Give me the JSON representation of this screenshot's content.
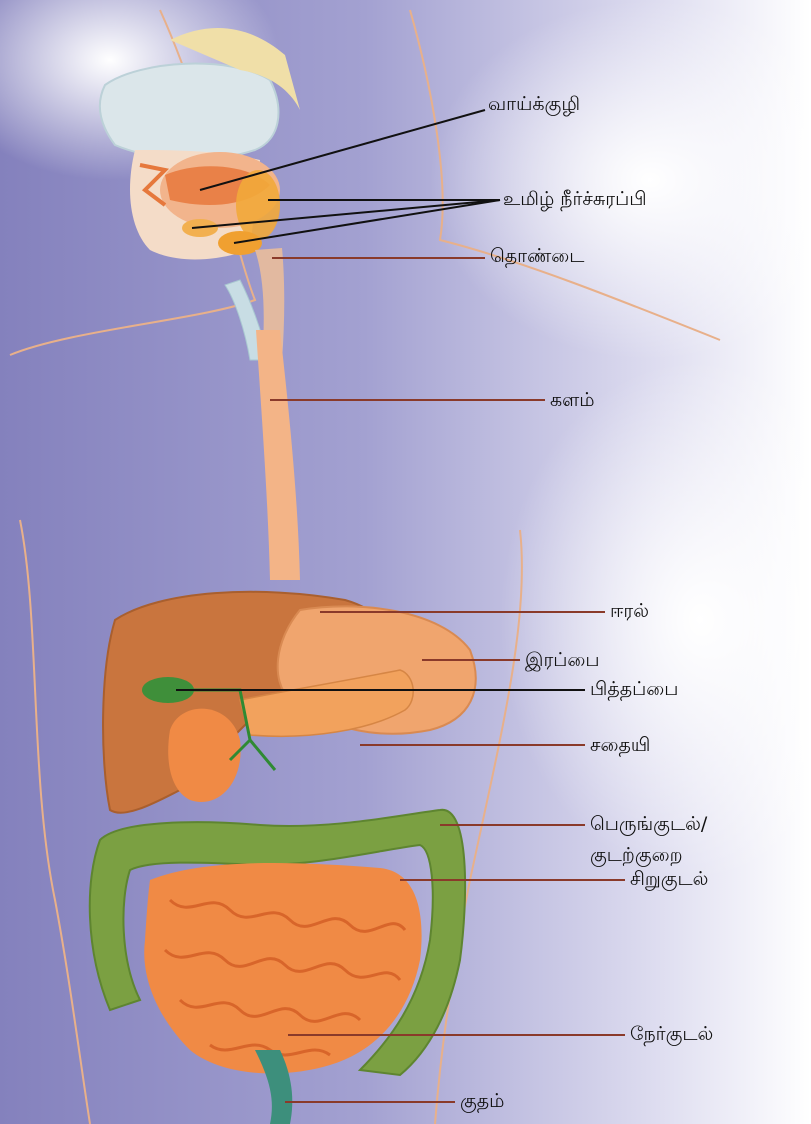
{
  "labels": {
    "mouth": "வாய்க்குழி",
    "salivary": "உமிழ் நீர்ச்சுரப்பி",
    "pharynx": "தொண்டை",
    "esophagus": "களம்",
    "liver": "ஈரல்",
    "stomach": "இரப்பை",
    "gallbladder": "பித்தப்பை",
    "pancreas": "சதையி",
    "large_intestine_1": "பெருங்குடல்/",
    "large_intestine_2": "குடற்குறை",
    "small_intestine": "சிறுகுடல்",
    "rectum": "நேர்குடல்",
    "anus": "குதம்"
  },
  "colors": {
    "background_start": "#ffffff",
    "background_end": "#8d8bc2",
    "body_outline": "#e8b08a",
    "esophagus": "#f3b487",
    "liver": "#c9753e",
    "stomach": "#f0a56e",
    "gallbladder": "#3f8f3a",
    "small_intestine": "#f08a45",
    "large_intestine": "#7ba042",
    "rectum": "#3d8f7c",
    "leader_line": "#8a3a2a",
    "salivary_line": "#111111"
  }
}
